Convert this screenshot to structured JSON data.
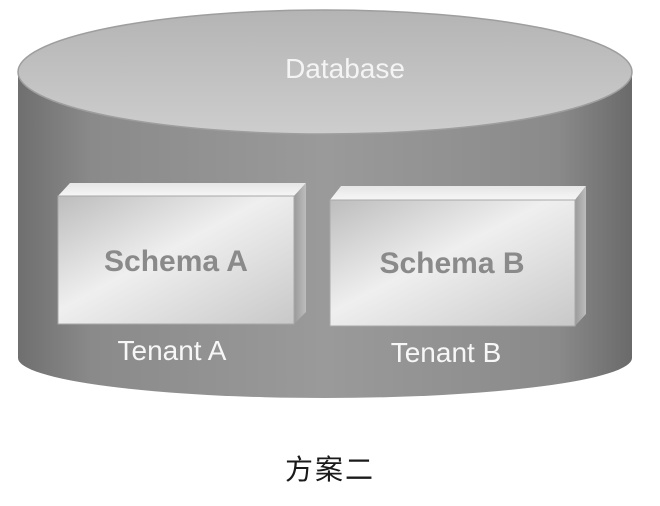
{
  "diagram": {
    "database_label": "Database",
    "schemas": [
      {
        "label": "Schema A",
        "tenant": "Tenant A"
      },
      {
        "label": "Schema B",
        "tenant": "Tenant B"
      }
    ],
    "caption": "方案二"
  },
  "colors": {
    "cylinder_body": "#8f8f8f",
    "cylinder_top": "#c2c2c2",
    "schema_box": "#d8d8d8",
    "caption_text": "#1a1a1a"
  }
}
